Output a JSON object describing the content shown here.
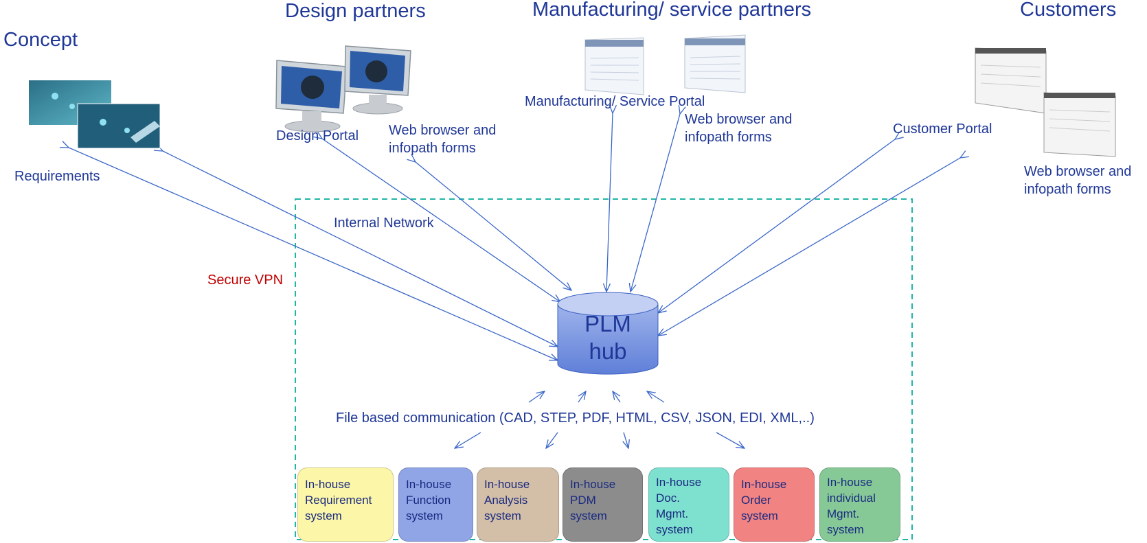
{
  "titles": {
    "concept": "Concept",
    "design_partners": "Design partners",
    "manufacturing": "Manufacturing/ service partners",
    "customers": "Customers"
  },
  "labels": {
    "requirements": "Requirements",
    "design_portal": "Design Portal",
    "design_web_line1": "Web browser and",
    "design_web_line2": "infopath forms",
    "mfg_portal": "Manufacturing/ Service Portal",
    "mfg_web_line1": "Web browser and",
    "mfg_web_line2": "infopath forms",
    "customer_portal": "Customer Portal",
    "cust_web_line1": "Web browser and",
    "cust_web_line2": "infopath forms",
    "internal_network": "Internal Network",
    "secure_vpn": "Secure VPN",
    "file_comm": "File based communication (CAD, STEP, PDF, HTML, CSV, JSON, EDI, XML,..)"
  },
  "hub": {
    "line1": "PLM",
    "line2": "hub"
  },
  "systems": [
    {
      "lines": [
        "In-house",
        "Requirement",
        "system"
      ],
      "color": "#fbf6a8"
    },
    {
      "lines": [
        "In-house",
        "Function",
        "system"
      ],
      "color": "#8fa5e6"
    },
    {
      "lines": [
        "In-house",
        "Analysis",
        "system"
      ],
      "color": "#d3bfa8"
    },
    {
      "lines": [
        "In-house",
        "PDM",
        "system"
      ],
      "color": "#8c8c8c"
    },
    {
      "lines": [
        "In-house",
        "Doc.",
        "Mgmt.",
        "system"
      ],
      "color": "#7ee0cf"
    },
    {
      "lines": [
        "In-house",
        "Order",
        "system"
      ],
      "color": "#f18383"
    },
    {
      "lines": [
        "In-house",
        "individual",
        "Mgmt.",
        "system"
      ],
      "color": "#86c997"
    }
  ],
  "colors": {
    "accent": "#1f3797",
    "arrow": "#3a67c8",
    "dashed": "#1fb5a5",
    "vpn": "#c00000"
  }
}
